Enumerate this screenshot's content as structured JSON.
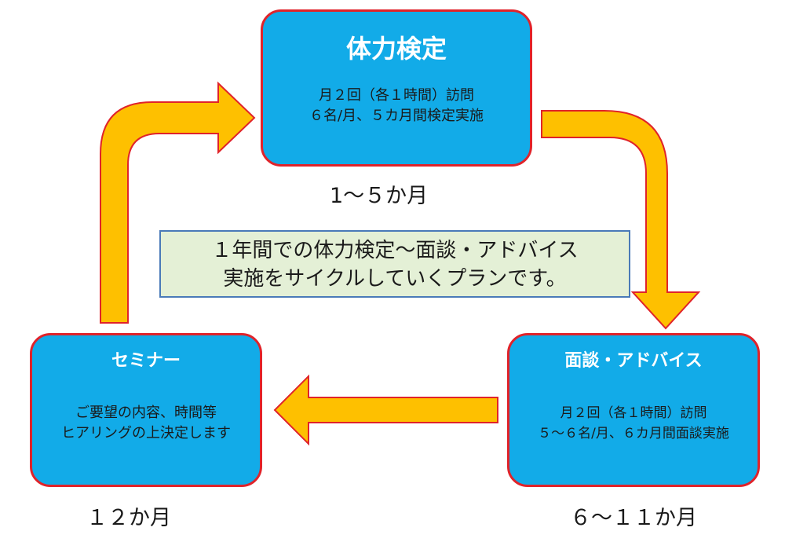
{
  "colors": {
    "box_fill": "#12abe8",
    "box_border": "#e0232a",
    "arrow_fill": "#fec000",
    "arrow_outline": "#e0232a",
    "note_fill": "#e4f0d6",
    "note_border": "#4a7ab8"
  },
  "stages": {
    "fitness_test": {
      "title": "体力検定",
      "lines": [
        "月２回（各１時間）訪問",
        "６名/月、５カ月間検定実施"
      ],
      "duration": "1～５か月"
    },
    "interview_advice": {
      "title": "面談・アドバイス",
      "lines": [
        "月２回（各１時間）訪問",
        "５～６名/月、６カ月間面談実施"
      ],
      "duration": "６～１１か月"
    },
    "seminar": {
      "title": "セミナー",
      "lines": [
        "ご要望の内容、時間等",
        "ヒアリングの上決定します"
      ],
      "duration": "１２か月"
    }
  },
  "note": {
    "lines": [
      "１年間での体力検定～面談・アドバイス",
      "実施をサイクルしていくプランです。"
    ]
  }
}
